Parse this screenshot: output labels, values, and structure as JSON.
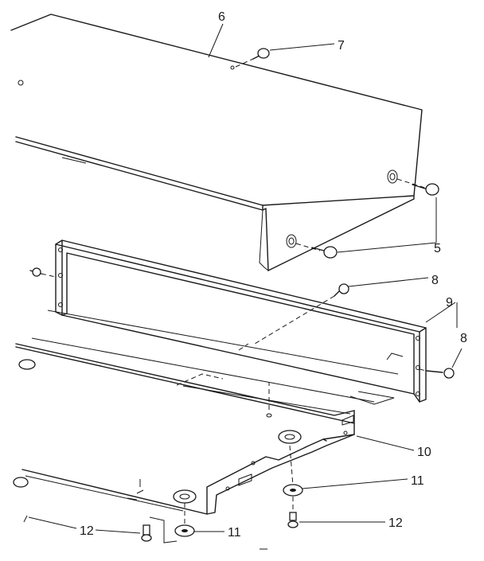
{
  "callouts": {
    "c5": "5",
    "c6": "6",
    "c7": "7",
    "c8a": "8",
    "c8b": "8",
    "c9": "9",
    "c10": "10",
    "c11a": "11",
    "c11b": "11",
    "c12a": "12",
    "c12b": "12"
  },
  "colors": {
    "ink": "#1a1a1a",
    "paper": "#ffffff"
  }
}
